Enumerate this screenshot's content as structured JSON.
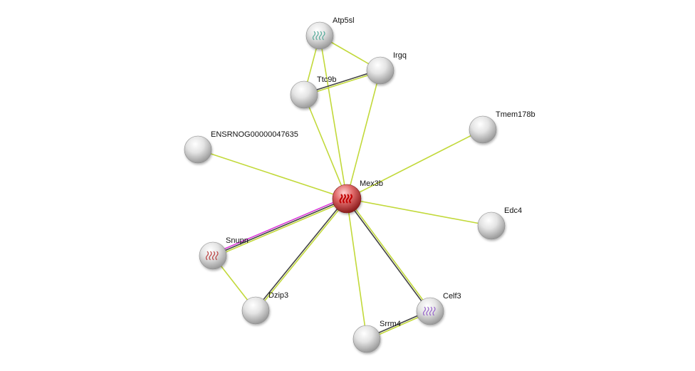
{
  "network": {
    "query_protein": "Mex3b",
    "nodes": [
      {
        "id": "Mex3b",
        "label": "Mex3b",
        "query": true,
        "has_structure": true
      },
      {
        "id": "Atp5sl",
        "label": "Atp5sl",
        "query": false,
        "has_structure": true
      },
      {
        "id": "Irgq",
        "label": "Irgq",
        "query": false,
        "has_structure": false
      },
      {
        "id": "Ttc9b",
        "label": "Ttc9b",
        "query": false,
        "has_structure": false
      },
      {
        "id": "Tmem178b",
        "label": "Tmem178b",
        "query": false,
        "has_structure": false
      },
      {
        "id": "ENSRNOG00000047635",
        "label": "ENSRNOG00000047635",
        "query": false,
        "has_structure": false
      },
      {
        "id": "Edc4",
        "label": "Edc4",
        "query": false,
        "has_structure": false
      },
      {
        "id": "Snupn",
        "label": "Snupn",
        "query": false,
        "has_structure": true
      },
      {
        "id": "Dzip3",
        "label": "Dzip3",
        "query": false,
        "has_structure": false
      },
      {
        "id": "Celf3",
        "label": "Celf3",
        "query": false,
        "has_structure": true
      },
      {
        "id": "Srrm4",
        "label": "Srrm4",
        "query": false,
        "has_structure": false
      }
    ],
    "edges": [
      {
        "a": "Atp5sl",
        "b": "Irgq",
        "evidence": [
          "textmining"
        ]
      },
      {
        "a": "Atp5sl",
        "b": "Ttc9b",
        "evidence": [
          "textmining"
        ]
      },
      {
        "a": "Atp5sl",
        "b": "Mex3b",
        "evidence": [
          "textmining"
        ]
      },
      {
        "a": "Ttc9b",
        "b": "Irgq",
        "evidence": [
          "coexpression",
          "textmining"
        ]
      },
      {
        "a": "Ttc9b",
        "b": "Mex3b",
        "evidence": [
          "textmining"
        ]
      },
      {
        "a": "Irgq",
        "b": "Mex3b",
        "evidence": [
          "textmining"
        ]
      },
      {
        "a": "Tmem178b",
        "b": "Mex3b",
        "evidence": [
          "textmining"
        ]
      },
      {
        "a": "ENSRNOG00000047635",
        "b": "Mex3b",
        "evidence": [
          "textmining"
        ]
      },
      {
        "a": "Edc4",
        "b": "Mex3b",
        "evidence": [
          "textmining"
        ]
      },
      {
        "a": "Snupn",
        "b": "Mex3b",
        "evidence": [
          "experiments",
          "coexpression",
          "textmining"
        ]
      },
      {
        "a": "Snupn",
        "b": "Dzip3",
        "evidence": [
          "textmining"
        ]
      },
      {
        "a": "Dzip3",
        "b": "Mex3b",
        "evidence": [
          "coexpression",
          "textmining"
        ]
      },
      {
        "a": "Celf3",
        "b": "Mex3b",
        "evidence": [
          "coexpression",
          "textmining"
        ]
      },
      {
        "a": "Srrm4",
        "b": "Mex3b",
        "evidence": [
          "textmining"
        ]
      },
      {
        "a": "Srrm4",
        "b": "Celf3",
        "evidence": [
          "coexpression",
          "textmining"
        ]
      }
    ],
    "evidence_colors": {
      "textmining": "#c2d93a",
      "coexpression": "#444444",
      "experiments": "#d93ad9"
    },
    "node_colors": {
      "query": "#d94545",
      "other": "#d8d8d8"
    }
  }
}
